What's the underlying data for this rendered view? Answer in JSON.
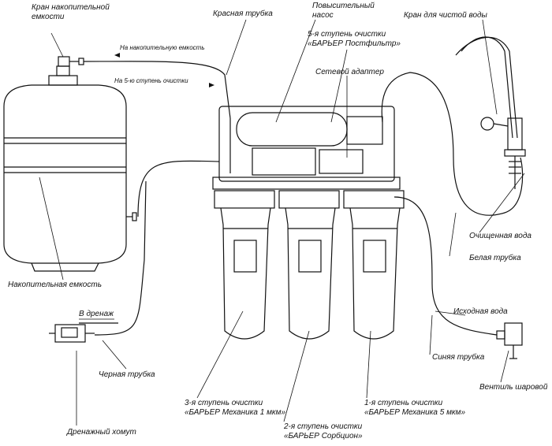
{
  "labels": {
    "storage_tap": "Кран накопительной\nемкости",
    "to_storage_tank": "На накопительную емкость",
    "to_stage5": "На 5-ю ступень очистки",
    "red_tube": "Красная трубка",
    "booster_pump": "Повысительный\nнасос",
    "stage5": "5-я ступень очистки\n«БАРЬЕР Постфильтр»",
    "power_adapter": "Сетевой адаптер",
    "clean_water_tap": "Кран для чистой воды",
    "storage_tank": "Накопительная емкость",
    "to_drain": "В дренаж",
    "black_tube": "Черная трубка",
    "drain_clamp": "Дренажный хомут",
    "purified_water": "Очищенная вода",
    "white_tube": "Белая трубка",
    "source_water": "Исходная вода",
    "blue_tube": "Синяя трубка",
    "ball_valve": "Вентиль шаровой",
    "stage3": "3-я ступень очистки\n«БАРЬЕР Механика 1 мкм»",
    "stage2": "2-я ступень очистки\n«БАРЬЕР Сорбцион»",
    "stage1": "1-я ступень очистки\n«БАРЬЕР Механика 5 мкм»"
  }
}
